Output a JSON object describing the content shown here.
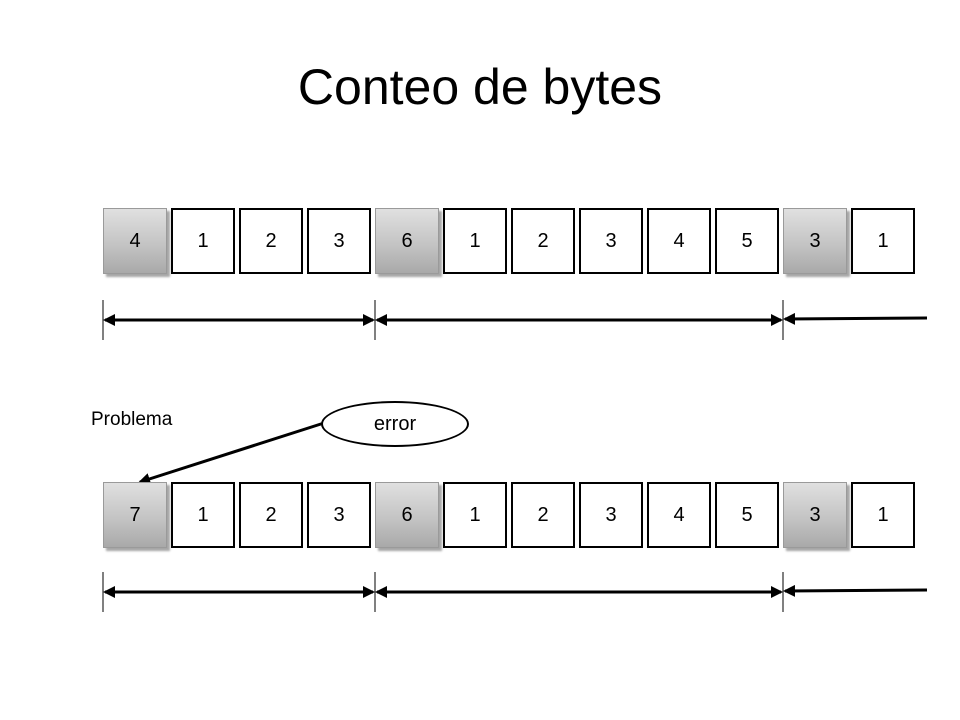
{
  "title": "Conteo de bytes",
  "row1": [
    "4",
    "1",
    "2",
    "3",
    "6",
    "1",
    "2",
    "3",
    "4",
    "5",
    "3",
    "1"
  ],
  "row2": [
    "7",
    "1",
    "2",
    "3",
    "6",
    "1",
    "2",
    "3",
    "4",
    "5",
    "3",
    "1"
  ],
  "header_cells": [
    0,
    4,
    10
  ],
  "problem_label": "Problema",
  "error_label": "error"
}
